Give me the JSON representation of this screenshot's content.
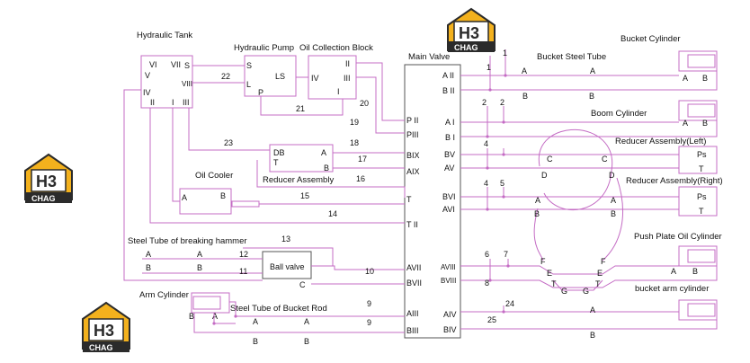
{
  "components": {
    "hydraulic_tank": "Hydraulic Tank",
    "hydraulic_pump": "Hydraulic Pump",
    "oil_collection_block": "Oil Collection Block",
    "main_valve": "Main Valve",
    "bucket_cylinder": "Bucket Cylinder",
    "bucket_steel_tube": "Bucket Steel Tube",
    "boom_cylinder": "Boom Cylinder",
    "reducer_left": "Reducer Assembly(Left)",
    "reducer_right": "Reducer Assembly(Right)",
    "reducer_assembly": "Reducer Assembly",
    "oil_cooler": "Oil Cooler",
    "breaking_hammer_tube": "Steel Tube of breaking hammer",
    "ball_valve": "Ball valve",
    "arm_cylinder": "Arm Cylinder",
    "bucket_rod_tube": "Steel Tube of Bucket Rod",
    "push_plate_cylinder": "Push Plate Oil Cylinder",
    "bucket_arm_cylinder": "bucket arm cylinder"
  },
  "logo": {
    "text": "H3",
    "subtext": "CHAG",
    "color": "#f3b11d"
  },
  "colors": {
    "line": "#c46cc4",
    "frame": "#555555"
  },
  "ports": {
    "tank": {
      "s": "S",
      "v": "V",
      "vi": "VI",
      "vii": "VII",
      "viii": "VIII",
      "iv": "IV",
      "ii": "II",
      "i": "I",
      "iii": "III"
    },
    "pump": {
      "s": "S",
      "ls": "LS",
      "l": "L",
      "p": "P"
    },
    "block": {
      "ii": "II",
      "iv": "IV",
      "iii": "III",
      "i": "I"
    },
    "main_left": {
      "pii": "P II",
      "piii": "PIII",
      "bix": "BIX",
      "aix": "AIX",
      "t": "T",
      "tii": "T II",
      "avii": "AVII",
      "bvii": "BVII",
      "aiii": "AIII",
      "biii": "BIII"
    },
    "main_right": {
      "aii": "A II",
      "bii": "B II",
      "ai": "A I",
      "bi": "B I",
      "bv": "BV",
      "av": "AV",
      "bvi": "BVI",
      "avi": "AVI",
      "aviii": "AVIII",
      "bviii": "BVIII",
      "aiv": "AIV",
      "biv": "BIV"
    },
    "reducer": {
      "db": "DB",
      "t": "T",
      "a": "A",
      "b": "B"
    },
    "cooler": {
      "a": "A",
      "b": "B"
    },
    "ball_valve_c": "C",
    "ps": "Ps",
    "t_port": "T",
    "a": "A",
    "b": "B",
    "c": "C",
    "d": "D",
    "e": "E",
    "f": "F",
    "g": "G"
  },
  "line_numbers": [
    "1",
    "2",
    "4",
    "5",
    "6",
    "7",
    "8",
    "9",
    "10",
    "11",
    "12",
    "13",
    "14",
    "15",
    "16",
    "17",
    "18",
    "19",
    "20",
    "21",
    "22",
    "23",
    "24",
    "25"
  ]
}
